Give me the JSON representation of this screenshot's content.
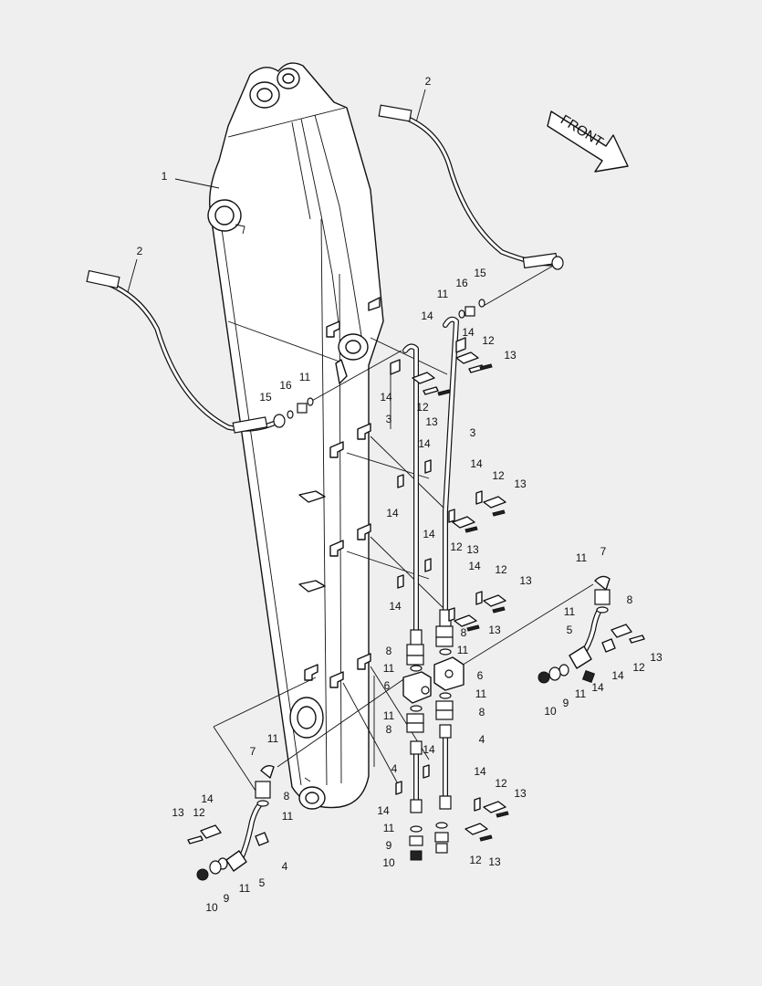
{
  "direction_label": "FRONT",
  "callout_numbers": [
    "1",
    "2",
    "3",
    "4",
    "5",
    "6",
    "7",
    "8",
    "9",
    "10",
    "11",
    "12",
    "13",
    "14",
    "15",
    "16"
  ]
}
